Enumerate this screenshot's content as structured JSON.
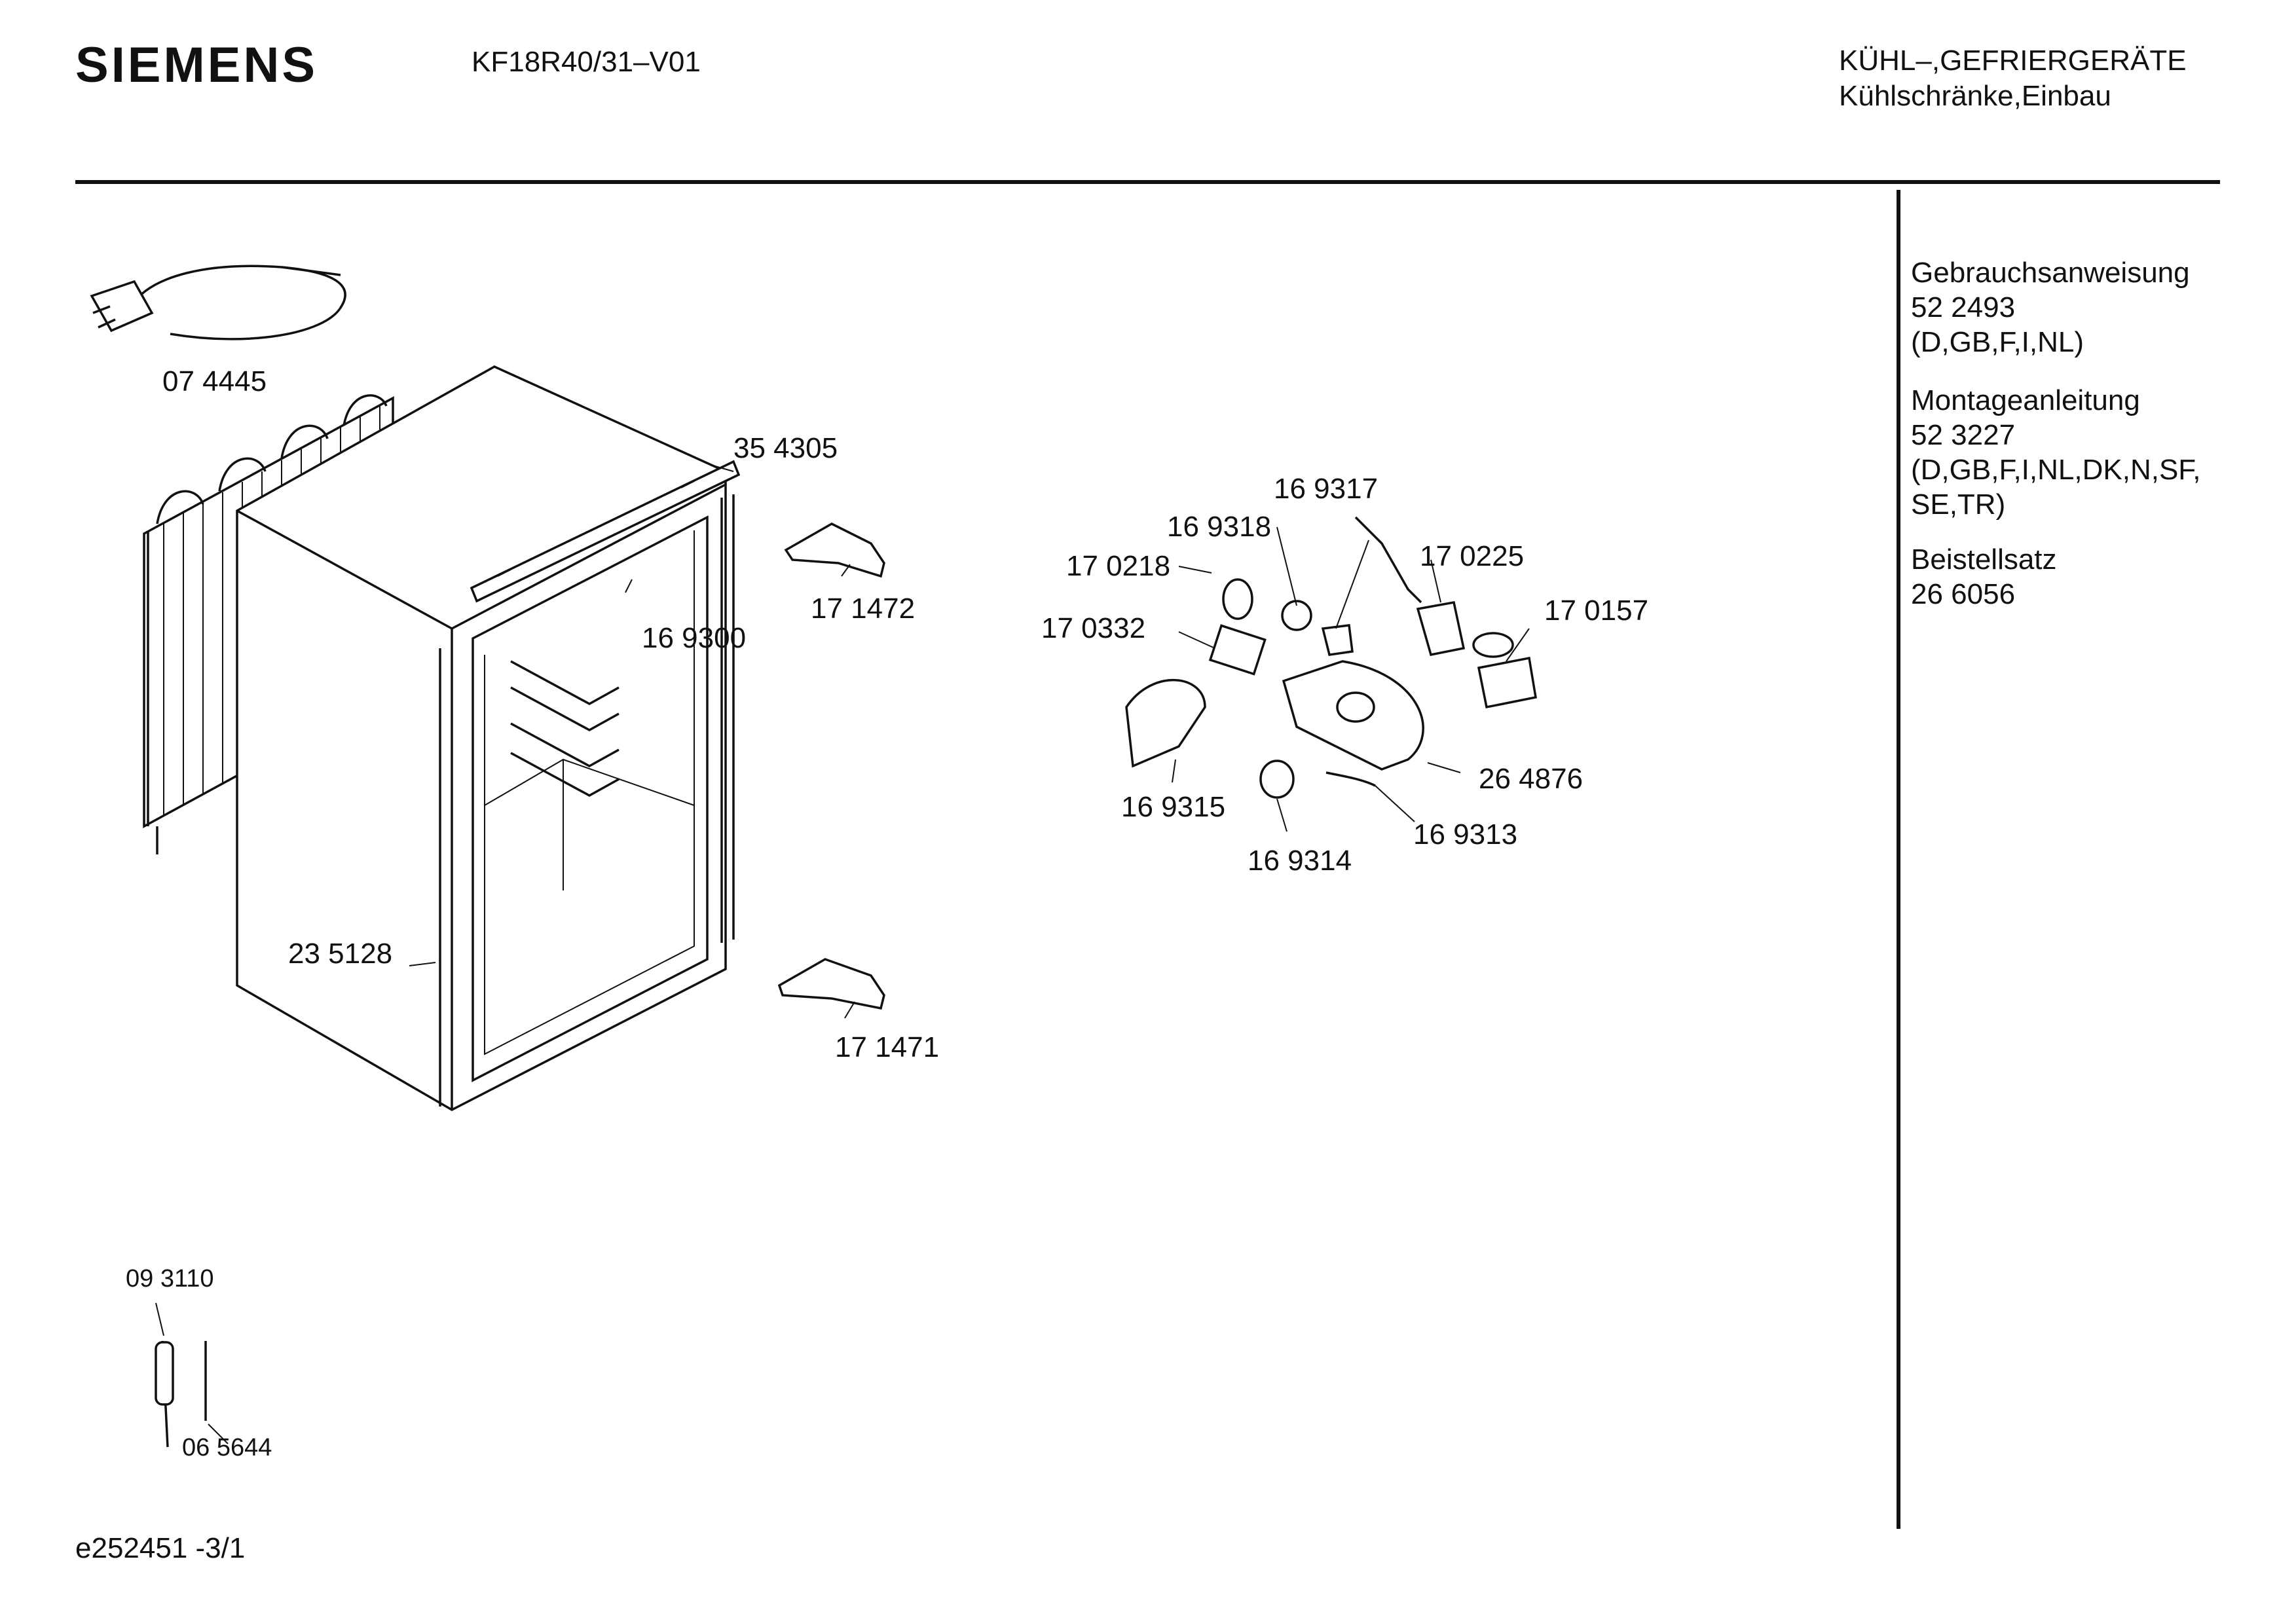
{
  "header": {
    "brand": "SIEMENS",
    "model": "KF18R40/31–V01",
    "category_line1": "KÜHL–,GEFRIERGERÄTE",
    "category_line2": "Kühlschränke,Einbau"
  },
  "documents": {
    "manual_title": "Gebrauchsanweisung",
    "manual_number": "52 2493",
    "manual_langs": "(D,GB,F,I,NL)",
    "install_title": "Montageanleitung",
    "install_number": "52 3227",
    "install_langs_1": "(D,GB,F,I,NL,DK,N,SF,",
    "install_langs_2": "SE,TR)",
    "kit_title": "Beistellsatz",
    "kit_number": "26 6056"
  },
  "parts": [
    {
      "id": "p074445",
      "label": "07 4445"
    },
    {
      "id": "p354305",
      "label": "35 4305"
    },
    {
      "id": "p171472",
      "label": "17 1472"
    },
    {
      "id": "p169300",
      "label": "16 9300"
    },
    {
      "id": "p235128",
      "label": "23 5128"
    },
    {
      "id": "p171471",
      "label": "17 1471"
    },
    {
      "id": "p169317",
      "label": "16 9317"
    },
    {
      "id": "p169318",
      "label": "16 9318"
    },
    {
      "id": "p170218",
      "label": "17 0218"
    },
    {
      "id": "p170225",
      "label": "17 0225"
    },
    {
      "id": "p170157",
      "label": "17 0157"
    },
    {
      "id": "p170332",
      "label": "17 0332"
    },
    {
      "id": "p264876",
      "label": "26 4876"
    },
    {
      "id": "p169315",
      "label": "16 9315"
    },
    {
      "id": "p169313",
      "label": "16 9313"
    },
    {
      "id": "p169314",
      "label": "16 9314"
    },
    {
      "id": "p093110",
      "label": "09 3110"
    },
    {
      "id": "p065644",
      "label": "06 5644"
    }
  ],
  "footer": {
    "doc_id": "e252451 -3/1"
  }
}
